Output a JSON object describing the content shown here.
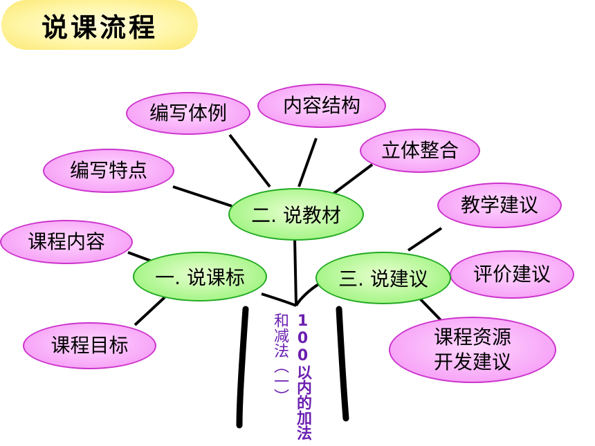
{
  "title": "说课流程",
  "center": {
    "line1": "和减法（一）",
    "line2": "100以内的加法"
  },
  "branches": {
    "curriculum_standard": {
      "label": "一. 说课标",
      "children": [
        "课程内容",
        "课程目标"
      ]
    },
    "textbook": {
      "label": "二. 说教材",
      "children": [
        "编写特点",
        "编写体例",
        "内容结构",
        "立体整合"
      ]
    },
    "suggestions": {
      "label": "三. 说建议",
      "children": [
        "教学建议",
        "评价建议",
        "课程资源开发建议"
      ]
    }
  },
  "leaf_lines": {
    "resource_line1": "课程资源",
    "resource_line2": "开发建议"
  },
  "colors": {
    "leaf_fill": "#f7a6f7",
    "leaf_border": "#cc33cc",
    "main_fill": "#a8f58a",
    "main_border": "#22aa22",
    "title_fill": "#fff6a8",
    "trunk_text": "#6a1fb0",
    "line": "#000000"
  }
}
